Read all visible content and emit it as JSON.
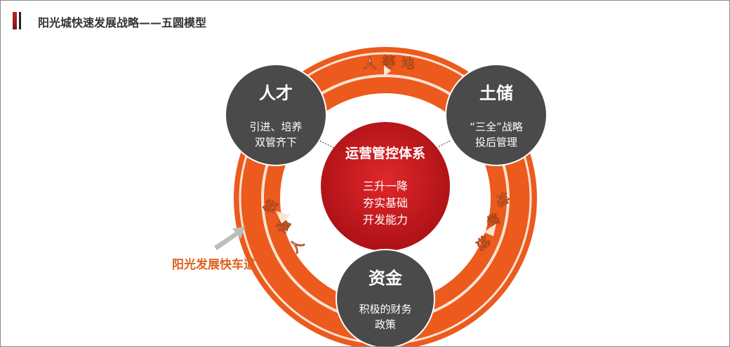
{
  "title": "阳光城快速发展战略——五圆模型",
  "colors": {
    "orange": "#ec5a1e",
    "red": "#c8171c",
    "gray": "#4a4a4a",
    "arrow": "#bdbdbd"
  },
  "center": {
    "heading": "运营管控体系",
    "lines": [
      "三升一降",
      "夯实基础",
      "开发能力"
    ]
  },
  "circles": {
    "talent": {
      "heading": "人才",
      "lines": [
        "引进、培养",
        "双管齐下"
      ]
    },
    "land": {
      "heading": "土储",
      "lines": [
        "“三全”战略",
        "投后管理"
      ]
    },
    "funds": {
      "heading": "资金",
      "lines": [
        "积极的财务",
        "政策"
      ]
    }
  },
  "ring_labels": {
    "top": [
      "人",
      "等",
      "地"
    ],
    "right": [
      "地",
      "等",
      "钱"
    ],
    "left": [
      "钱",
      "催",
      "人"
    ]
  },
  "fast_lane_label": "阳光发展快车道"
}
